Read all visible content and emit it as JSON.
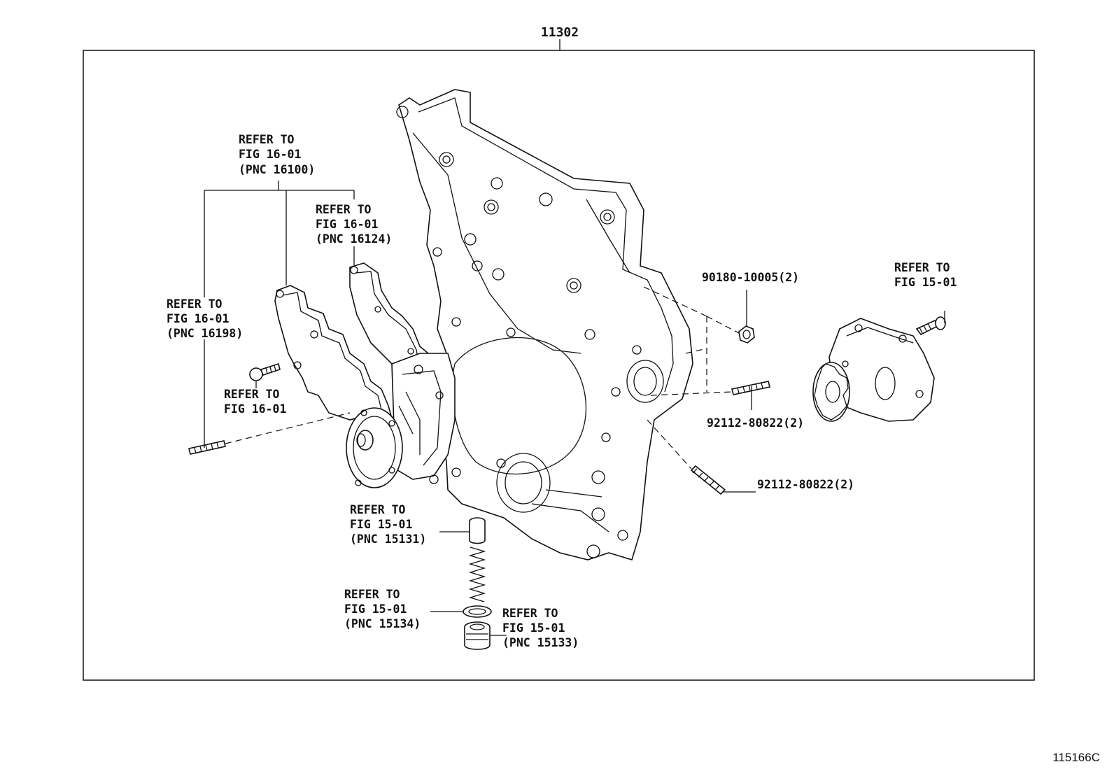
{
  "diagram": {
    "top_part_number": "11302",
    "figure_code": "115166C",
    "labels": {
      "refer_gasket_outer": [
        "REFER TO",
        "FIG 16-01",
        "(PNC 16100)"
      ],
      "refer_gasket_inner": [
        "REFER TO",
        "FIG 16-01",
        "(PNC 16124)"
      ],
      "refer_stud_left": [
        "REFER TO",
        "FIG 16-01",
        "(PNC 16198)"
      ],
      "refer_bolt_left": [
        "REFER TO",
        "FIG 16-01"
      ],
      "refer_oil_pump_bolt": [
        "REFER TO",
        "FIG 15-01"
      ],
      "refer_relief_valve": [
        "REFER TO",
        "FIG 15-01",
        "(PNC 15131)"
      ],
      "refer_gasket_washer": [
        "REFER TO",
        "FIG 15-01",
        "(PNC 15134)"
      ],
      "refer_plug": [
        "REFER TO",
        "FIG 15-01",
        "(PNC 15133)"
      ]
    },
    "part_numbers": {
      "nut": "90180-10005(2)",
      "stud_upper": "92112-80822(2)",
      "stud_lower": "92112-80822(2)"
    }
  }
}
